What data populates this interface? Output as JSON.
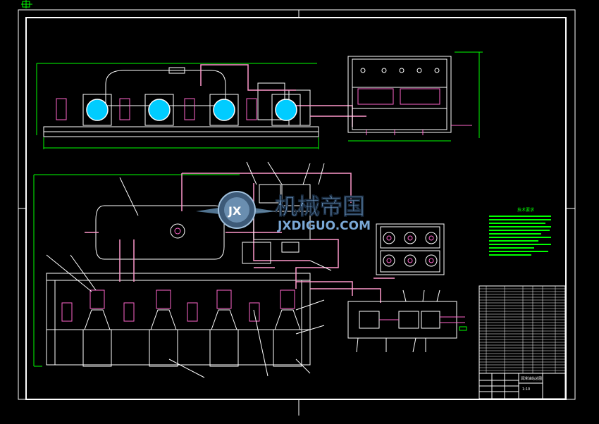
{
  "watermark": {
    "title": "机械帝国",
    "url": "JXDIGUO.COM",
    "emblem_text": "JX"
  },
  "colors": {
    "background": "#000000",
    "frame": "#ffffff",
    "dimension": "#00ff00",
    "piping": "#ff99cc",
    "equipment": "#ffffff",
    "highlight": "#00ccff",
    "annotation": "#00ff00"
  },
  "title_block": {
    "drawing_name": "润滑油站总图",
    "scale": "1:10"
  },
  "notes_heading": "技术要求"
}
